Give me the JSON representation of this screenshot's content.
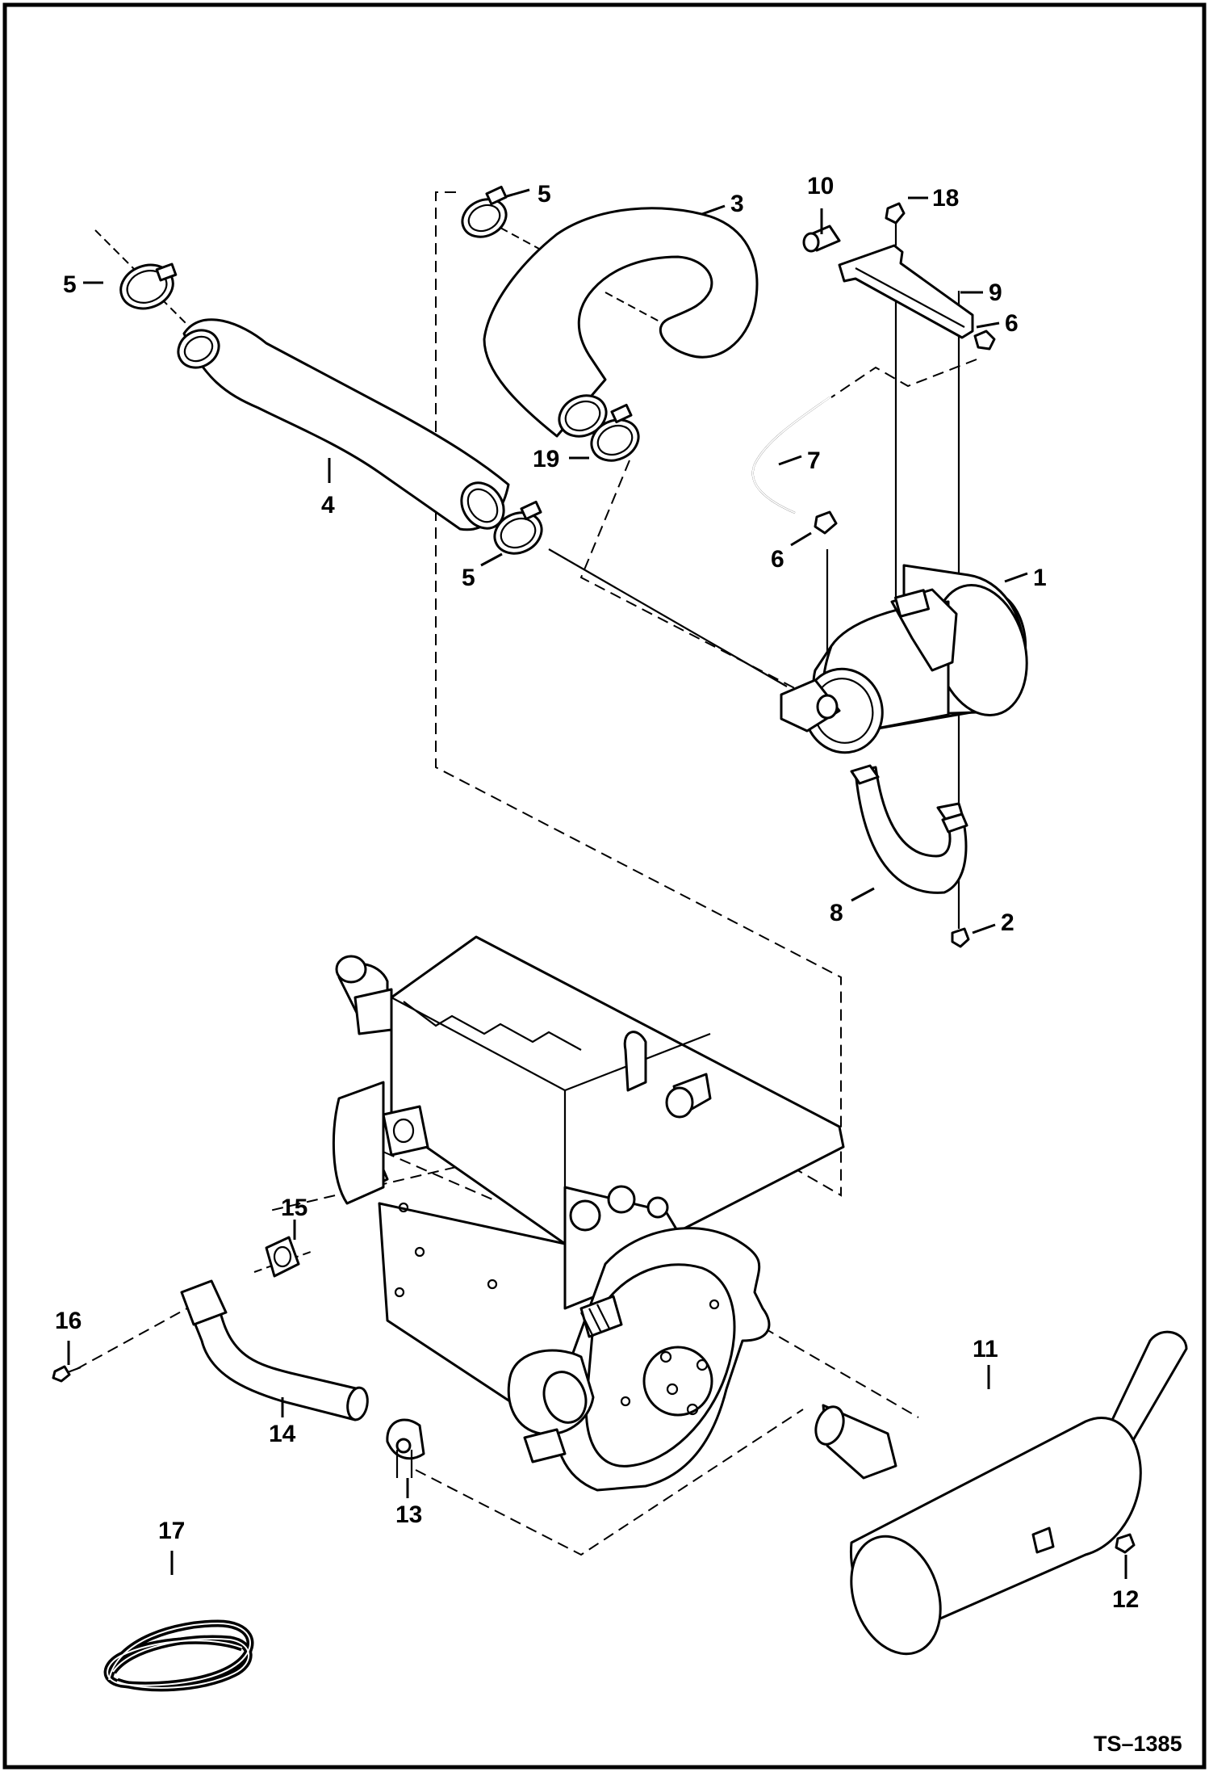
{
  "drawing_code": "TS–1385",
  "callouts": {
    "c1": "1",
    "c2": "2",
    "c3": "3",
    "c4": "4",
    "c5a": "5",
    "c5b": "5",
    "c5c": "5",
    "c6a": "6",
    "c6b": "6",
    "c7": "7",
    "c8": "8",
    "c9": "9",
    "c10": "10",
    "c11": "11",
    "c12": "12",
    "c13": "13",
    "c14": "14",
    "c15": "15",
    "c16": "16",
    "c17": "17",
    "c18": "18",
    "c19": "19"
  }
}
